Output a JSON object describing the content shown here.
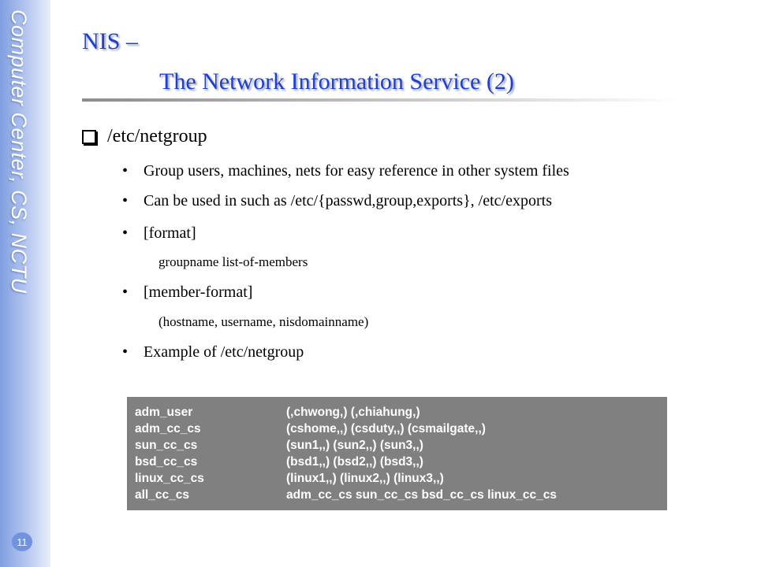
{
  "sidebar": {
    "text": "Computer Center, CS, NCTU",
    "page_number": "11"
  },
  "title": {
    "line1": "NIS –",
    "line2": "The Network Information Service (2)"
  },
  "section": {
    "icon": "checkbox-square-icon",
    "heading": "/etc/netgroup",
    "bullets": [
      {
        "text": "Group users, machines, nets for easy reference in other system files"
      },
      {
        "text": "Can be used in such as /etc/{passwd,group,exports}, /etc/exports"
      },
      {
        "text": "[format]",
        "sub": "groupname list-of-members"
      },
      {
        "text": "[member-format]",
        "sub": "(hostname, username, nisdomainname)"
      },
      {
        "text": "Example of /etc/netgroup"
      }
    ],
    "bullet_symbol": "•"
  },
  "code": {
    "lines": [
      {
        "name": "adm_user",
        "members": "(,chwong,) (,chiahung,)"
      },
      {
        "name": "adm_cc_cs",
        "members": "(cshome,,) (csduty,,) (csmailgate,,)"
      },
      {
        "name": "sun_cc_cs",
        "members": "(sun1,,) (sun2,,) (sun3,,)"
      },
      {
        "name": "bsd_cc_cs",
        "members": "(bsd1,,) (bsd2,,) (bsd3,,)"
      },
      {
        "name": "linux_cc_cs",
        "members": "(linux1,,) (linux2,,) (linux3,,)"
      },
      {
        "name": "all_cc_cs",
        "members": "adm_cc_cs sun_cc_cs bsd_cc_cs linux_cc_cs"
      }
    ]
  },
  "colors": {
    "title": "#1e3fd0",
    "sidebar": "#7f9fe0",
    "code_bg": "#808080"
  }
}
